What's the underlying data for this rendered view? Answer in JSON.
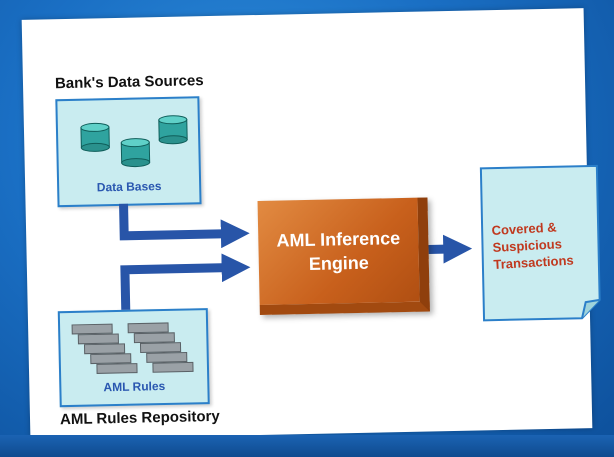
{
  "colors": {
    "background": "#1a6fc4",
    "panel_fill": "#c9ecf0",
    "panel_border": "#2b7fc9",
    "arrow": "#2855a8",
    "engine": "#d06a25",
    "output_text": "#c0391f"
  },
  "data_sources": {
    "title": "Bank's Data Sources",
    "caption": "Data Bases",
    "icon": "database-cylinder-icon"
  },
  "rules_repository": {
    "title": "AML Rules Repository",
    "caption": "AML Rules",
    "icon": "rule-stack-icon"
  },
  "engine": {
    "line1": "AML Inference",
    "line2": "Engine"
  },
  "output": {
    "line1": "Covered &",
    "line2": "Suspicious",
    "line3": "Transactions"
  }
}
